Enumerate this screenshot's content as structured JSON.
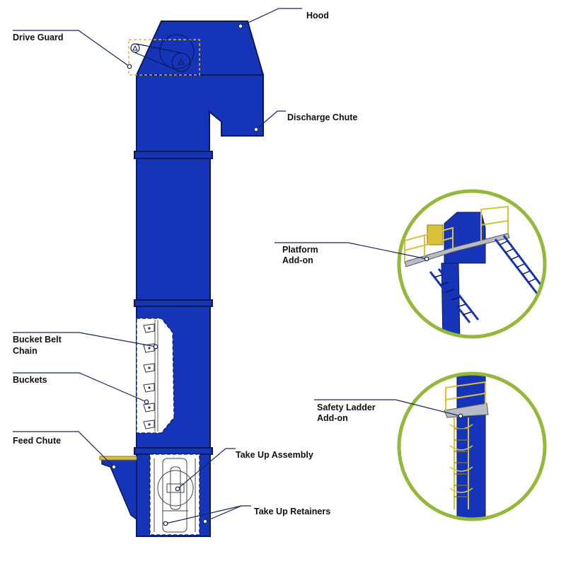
{
  "labels": {
    "hood": "Hood",
    "drive_guard": "Drive Guard",
    "discharge_chute": "Discharge Chute",
    "platform_line1": "Platform",
    "platform_line2": "Add-on",
    "bucket_belt_line1": "Bucket Belt",
    "bucket_belt_line2": "Chain",
    "buckets": "Buckets",
    "safety_ladder_line1": "Safety Ladder",
    "safety_ladder_line2": "Add-on",
    "feed_chute": "Feed Chute",
    "take_up_assembly": "Take Up Assembly",
    "take_up_retainers": "Take Up Retainers"
  },
  "icons": {
    "drive_pulley_small": "triangle-pulley-icon",
    "drive_pulley_large": "triangle-pulley-icon"
  },
  "colors": {
    "body_blue": "#1534b8",
    "outline": "#0c1a55",
    "leader_navy": "#16265e",
    "inset_ring": "#93b83a",
    "guard_dash": "#e3b23c",
    "steel_yellow": "#d9c23a",
    "platform_gray": "#b8bcc4"
  }
}
